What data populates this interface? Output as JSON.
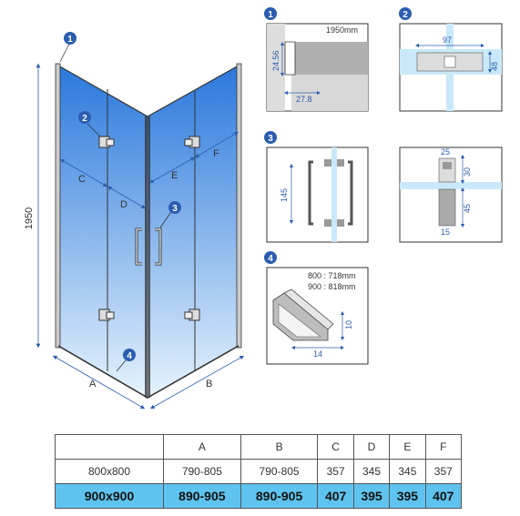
{
  "main_drawing": {
    "height_label": "1950",
    "labels": {
      "A": "A",
      "B": "B",
      "C": "C",
      "D": "D",
      "E": "E",
      "F": "F"
    },
    "badges": [
      "1",
      "2",
      "3",
      "4"
    ]
  },
  "detail1": {
    "badge": "1",
    "top_dim": "1950mm",
    "side_dim": "24.56",
    "bottom_dim": "27.8"
  },
  "detail2": {
    "badge": "2",
    "top_dim": "97",
    "side_dim": "48"
  },
  "detail3": {
    "badge": "3",
    "side_dim": "145"
  },
  "detail_hinge": {
    "top_dim": "25",
    "upper_dim": "30",
    "lower_dim": "45",
    "bottom_dim": "15"
  },
  "detail4": {
    "badge": "4",
    "line1": "800 : 718mm",
    "line2": "900 : 818mm",
    "side_dim": "10",
    "bottom_dim": "14"
  },
  "table": {
    "headers": [
      "",
      "A",
      "B",
      "C",
      "D",
      "E",
      "F"
    ],
    "rows": [
      [
        "800x800",
        "790-805",
        "790-805",
        "357",
        "345",
        "345",
        "357"
      ],
      [
        "900x900",
        "890-905",
        "890-905",
        "407",
        "395",
        "395",
        "407"
      ]
    ],
    "highlight_row": 1
  },
  "colors": {
    "glass_top": "#2f7de0",
    "glass_bottom": "#cfe8fb",
    "badge": "#2b5db0",
    "highlight": "#5ec4ef"
  }
}
